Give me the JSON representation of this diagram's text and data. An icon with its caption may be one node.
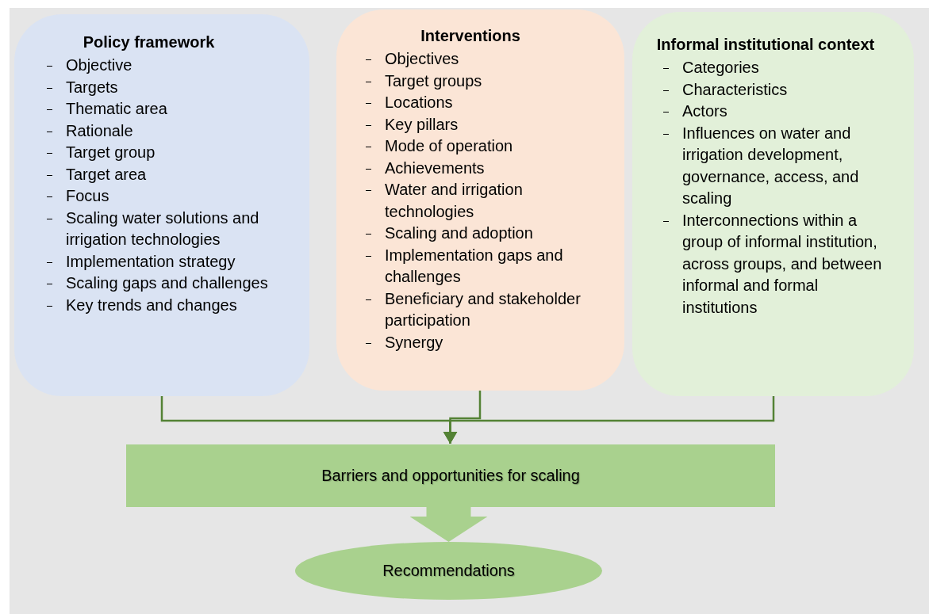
{
  "diagram": {
    "nodes": [
      {
        "text": [
          "Policy framework",
          "Objective",
          "Targets",
          "Thematic area",
          "Rationale",
          "Target group",
          "Target area",
          "Focus",
          "Scaling water solutions and irrigation technologies",
          "Implementation strategy",
          "Scaling gaps and challenges",
          "Key trends and changes"
        ]
      },
      {
        "text": [
          "Interventions",
          "Objectives",
          "Target groups",
          "Locations",
          "Key pillars",
          "Mode of operation",
          "Achievements",
          "Water and irrigation technologies",
          "Scaling and adoption",
          "Implementation gaps and challenges",
          "Beneficiary and stakeholder participation",
          "Synergy"
        ]
      },
      {
        "text": [
          "Informal institutional context",
          "Categories",
          "Characteristics",
          "Actors",
          "Influences on water and irrigation development, governance, access, and scaling",
          "Interconnections within a group of informal institution, across groups, and between informal and formal institutions"
        ]
      },
      {
        "text": [
          "Barriers and opportunities for scaling"
        ]
      },
      {
        "text": [
          "Recommendations"
        ]
      }
    ],
    "edges": [
      {
        "from": 0,
        "to": 3,
        "arrow": "to"
      },
      {
        "from": 1,
        "to": 3,
        "arrow": "to"
      },
      {
        "from": 2,
        "to": 3,
        "arrow": "to"
      },
      {
        "from": 3,
        "to": 4,
        "arrow": "to",
        "style": "thick",
        "color": "#a9d18e"
      }
    ]
  }
}
